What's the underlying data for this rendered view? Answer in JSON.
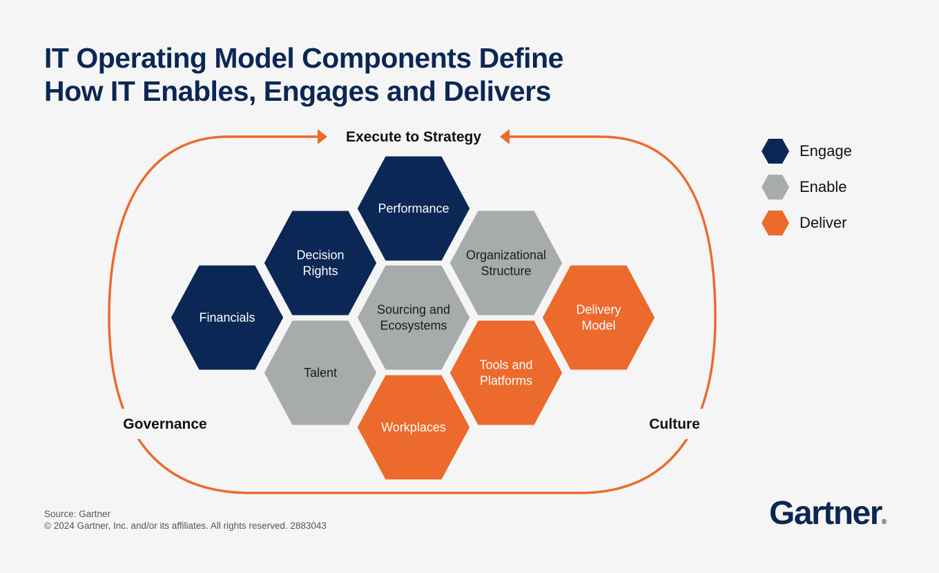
{
  "title": {
    "line1": "IT Operating Model Components Define",
    "line2": "How IT Enables, Engages and Delivers"
  },
  "colors": {
    "engage": "#0b2755",
    "enable": "#a8abab",
    "deliver": "#ec6a2c",
    "ring": "#ec6a2c"
  },
  "ring": {
    "top_label": "Execute to Strategy",
    "left_label": "Governance",
    "right_label": "Culture"
  },
  "hexagons": [
    {
      "id": "performance",
      "lines": [
        "Performance"
      ],
      "category": "engage"
    },
    {
      "id": "decision-rights",
      "lines": [
        "Decision",
        "Rights"
      ],
      "category": "engage"
    },
    {
      "id": "financials",
      "lines": [
        "Financials"
      ],
      "category": "engage"
    },
    {
      "id": "organizational-structure",
      "lines": [
        "Organizational",
        "Structure"
      ],
      "category": "enable"
    },
    {
      "id": "sourcing-and-ecosystems",
      "lines": [
        "Sourcing and",
        "Ecosystems"
      ],
      "category": "enable"
    },
    {
      "id": "talent",
      "lines": [
        "Talent"
      ],
      "category": "enable"
    },
    {
      "id": "delivery-model",
      "lines": [
        "Delivery",
        "Model"
      ],
      "category": "deliver"
    },
    {
      "id": "tools-and-platforms",
      "lines": [
        "Tools and",
        "Platforms"
      ],
      "category": "deliver"
    },
    {
      "id": "workplaces",
      "lines": [
        "Workplaces"
      ],
      "category": "deliver"
    }
  ],
  "legend": [
    {
      "label": "Engage",
      "category": "engage"
    },
    {
      "label": "Enable",
      "category": "enable"
    },
    {
      "label": "Deliver",
      "category": "deliver"
    }
  ],
  "footer": {
    "source": "Source: Gartner",
    "copyright": "© 2024 Gartner, Inc. and/or its affiliates. All rights reserved. 2883043"
  },
  "logo": {
    "text": "Gartner",
    "mark": "®"
  }
}
